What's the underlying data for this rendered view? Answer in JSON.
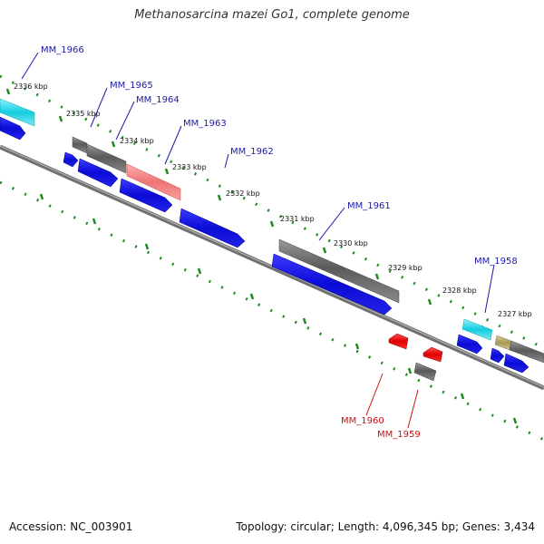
{
  "title": "Methanosarcina mazei Go1, complete genome",
  "footer": {
    "accession": "Accession: NC_003901",
    "summary": "Topology: circular; Length: 4,096,345 bp; Genes: 3,434"
  },
  "ticks": [
    "2336 kbp",
    "2335 kbp",
    "2334 kbp",
    "2333 kbp",
    "2332 kbp",
    "2331 kbp",
    "2330 kbp",
    "2329 kbp",
    "2328 kbp",
    "2327 kbp"
  ],
  "gene_labels_top": [
    "MM_1966",
    "MM_1965",
    "MM_1964",
    "MM_1963",
    "MM_1962",
    "MM_1961",
    "MM_1958"
  ],
  "gene_labels_bottom": [
    "MM_1960",
    "MM_1959"
  ],
  "colors": {
    "backbone": "#808080",
    "tick": "#1e8a1e",
    "label_top": "#1a1aa8",
    "label_bottom": "#cc1111",
    "cds_forward": "#1010e0",
    "gene_grey": "#6e6e6e",
    "gene_cyan": "#22d8e8",
    "gene_pink": "#f08080",
    "gene_red": "#ee1010",
    "gene_khaki": "#b8aa66"
  }
}
